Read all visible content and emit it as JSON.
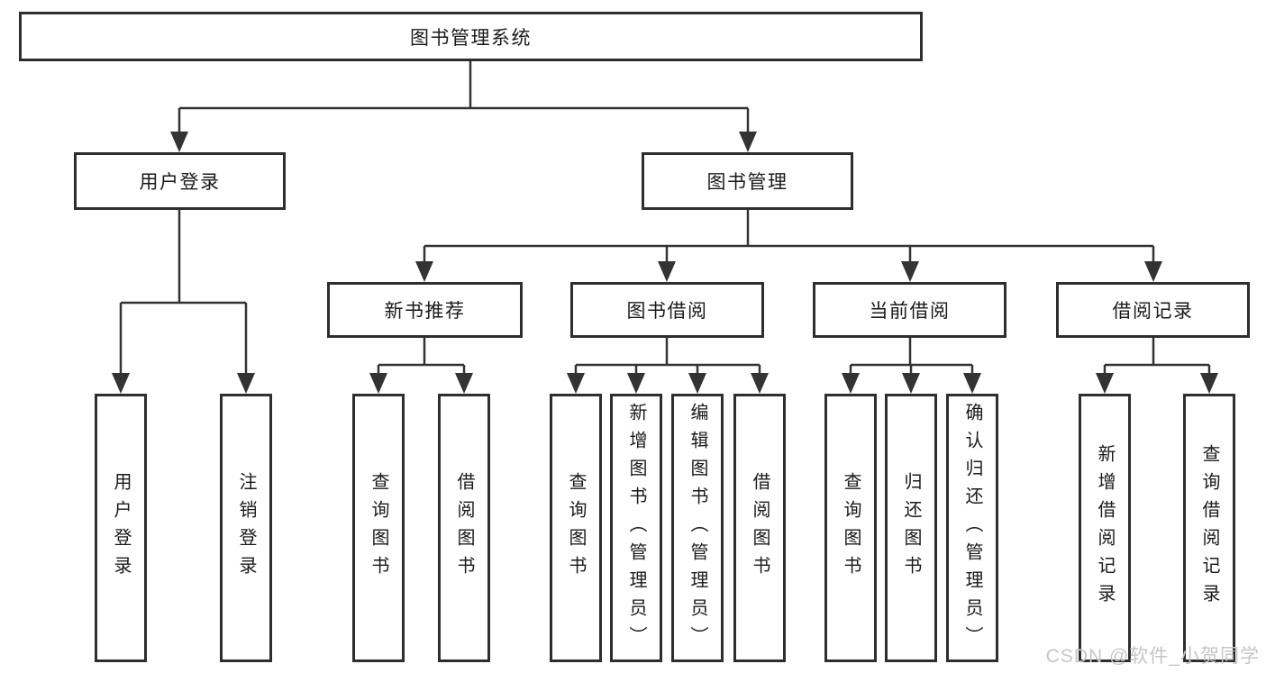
{
  "tree": {
    "root": {
      "label": "图书管理系统"
    },
    "level2": [
      {
        "label": "用户登录",
        "children": [
          {
            "label": "用户登录"
          },
          {
            "label": "注销登录"
          }
        ]
      },
      {
        "label": "图书管理",
        "children": [
          {
            "label": "新书推荐",
            "children": [
              {
                "label": "查询图书"
              },
              {
                "label": "借阅图书"
              }
            ]
          },
          {
            "label": "图书借阅",
            "children": [
              {
                "label": "查询图书"
              },
              {
                "label": "新增图书（管理员）"
              },
              {
                "label": "编辑图书（管理员）"
              },
              {
                "label": "借阅图书"
              }
            ]
          },
          {
            "label": "当前借阅",
            "children": [
              {
                "label": "查询图书"
              },
              {
                "label": "归还图书"
              },
              {
                "label": "确认归还（管理员）"
              }
            ]
          },
          {
            "label": "借阅记录",
            "children": [
              {
                "label": "新增借阅记录"
              },
              {
                "label": "查询借阅记录"
              }
            ]
          }
        ]
      }
    ]
  },
  "watermark": "CSDN @软件_小贺同学",
  "colors": {
    "line": "#333333",
    "box_border": "#2e2e2e",
    "text": "#1a1a1a",
    "watermark": "#c6c6c6",
    "background": "#ffffff"
  }
}
